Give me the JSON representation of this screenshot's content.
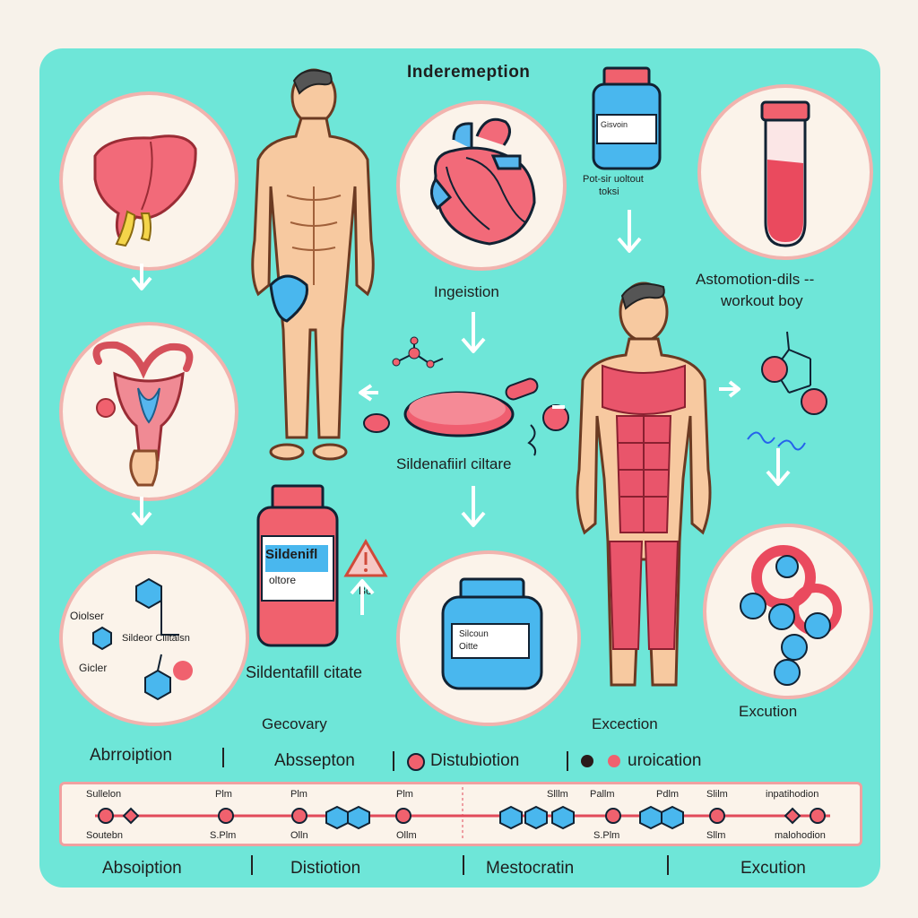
{
  "title": "Inderemeption",
  "labels": {
    "ingestion": "Ingeistion",
    "sildenafil_center": "Sildenafiirl ciltare",
    "sildenafil_bottom": "Sildentafill citate",
    "bottle_label_top": "Sildenifl",
    "bottle_label_bottom": "oltore",
    "small_bottle_label": "Gisvoin",
    "small_bottle_caption": "Pot-sir uoltout",
    "small_bottle_caption2": "toksi",
    "mid_bottle_label1": "Silcoun",
    "mid_bottle_label2": "Oitte",
    "warning_value": "Bo",
    "workout_line1": "Astomotion-dils --",
    "workout_line2": "workout boy",
    "geocovary": "Gecovary",
    "excection": "Excection",
    "excution_right": "Excution",
    "molecule_left1": "Oiolser",
    "molecule_left2": "Sildeor Cilltalsn",
    "molecule_left3": "Gicler"
  },
  "legend": {
    "abrroption": "Abrroiption",
    "absseption": "Abssepton",
    "distubiotion": "Distubiotion",
    "uroication": "uroication"
  },
  "timeline": {
    "top_labels": [
      "Sullelon",
      "Plm",
      "Plm",
      "Plm",
      "Slllm",
      "Pallm",
      "Pdlm",
      "Slilm",
      "inpatihodion"
    ],
    "bottom_labels": [
      "Soutebn",
      "S.Plm",
      "Olln",
      "Ollm",
      "S.Plm",
      "Sllm",
      "malohodion"
    ]
  },
  "phases": [
    "Absoiption",
    "Distiotion",
    "Mestocratin",
    "Excution"
  ],
  "colors": {
    "panel": "#6ee6d8",
    "accent_red": "#f0616e",
    "accent_blue": "#49b7ee",
    "skin": "#f7c9a0",
    "muscle": "#e9556b"
  }
}
